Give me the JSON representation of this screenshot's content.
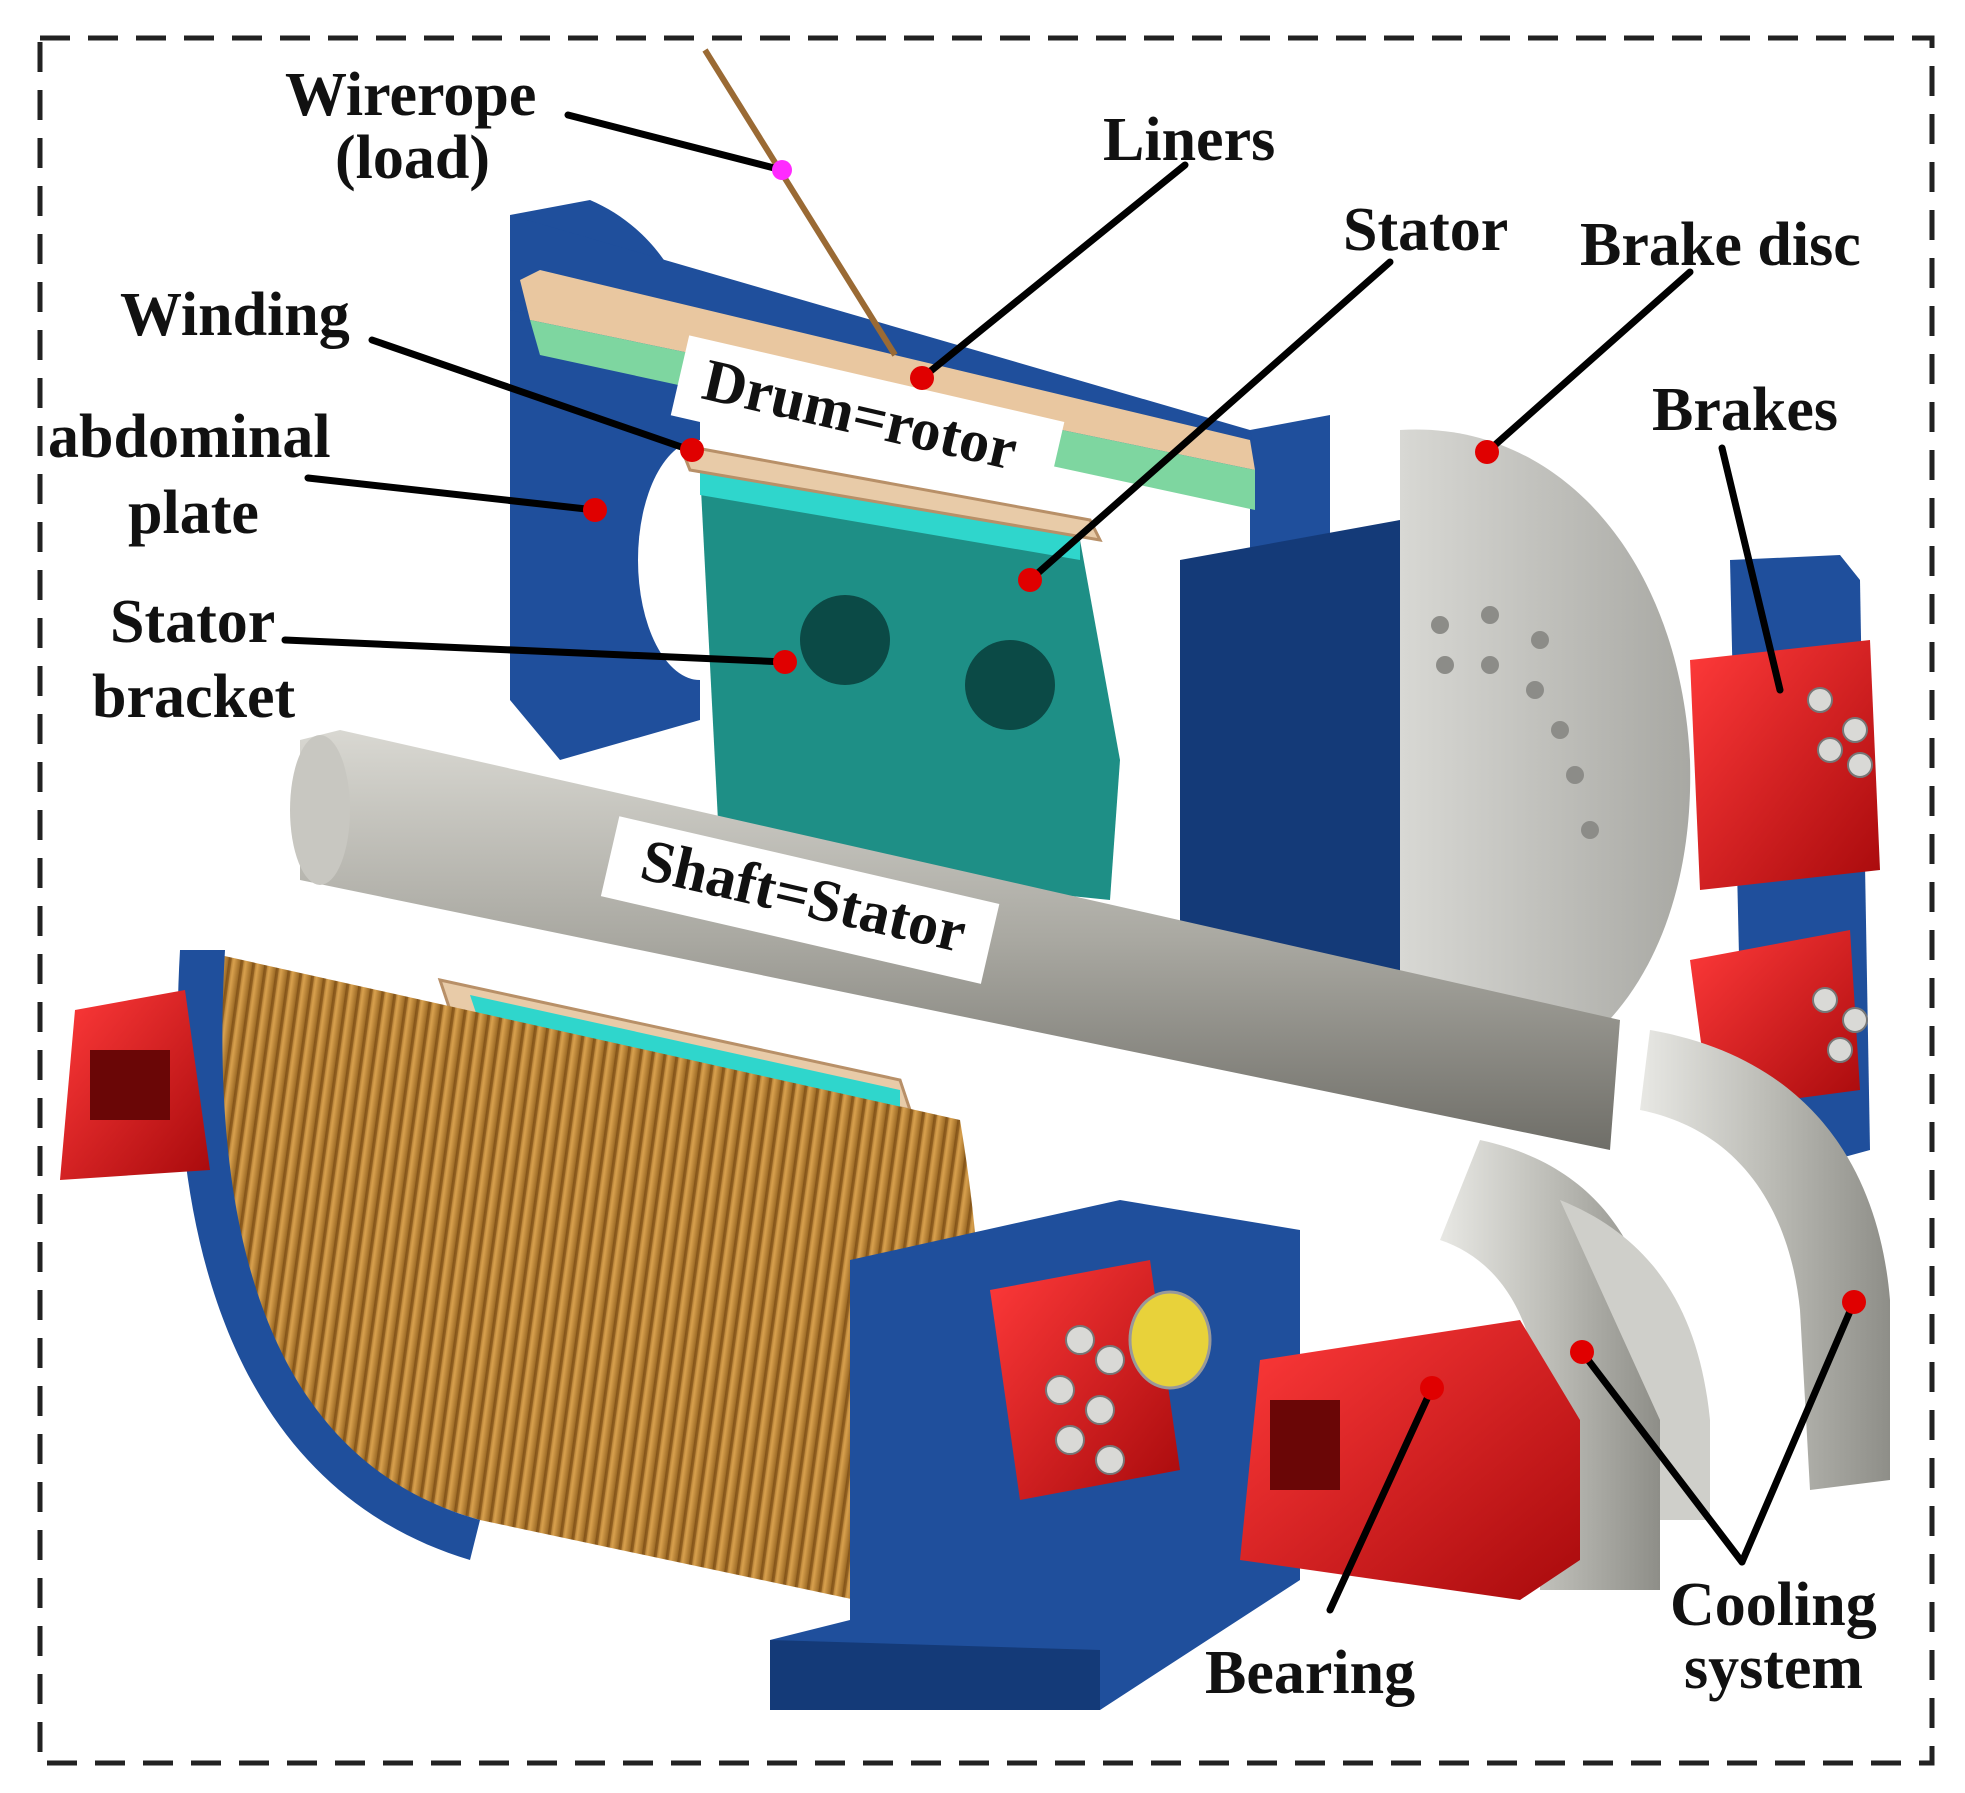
{
  "labels": {
    "wirerope_line1": "Wirerope",
    "wirerope_line2": "(load)",
    "liners": "Liners",
    "stator": "Stator",
    "brake_disc": "Brake disc",
    "winding": "Winding",
    "brakes": "Brakes",
    "abdominal_line1": "abdominal",
    "abdominal_line2": "plate",
    "stator_bracket_line1": "Stator",
    "stator_bracket_line2": "bracket",
    "drum_rotor": "Drum=rotor",
    "shaft_stator": "Shaft=Stator",
    "cooling_line1": "Cooling",
    "cooling_line2": "system",
    "bearing": "Bearing"
  },
  "colors": {
    "frame_blue": "#1f4f9c",
    "frame_blue_dark": "#143a78",
    "teal_stator": "#1e8f86",
    "copper_drum": "#c98d3a",
    "liner_green": "#7ed6a0",
    "steel_gray": "#a9a9a3",
    "brake_red": "#d6171b",
    "marker_red": "#e00000",
    "marker_magenta": "#ff2bff",
    "leader_black": "#000000"
  }
}
